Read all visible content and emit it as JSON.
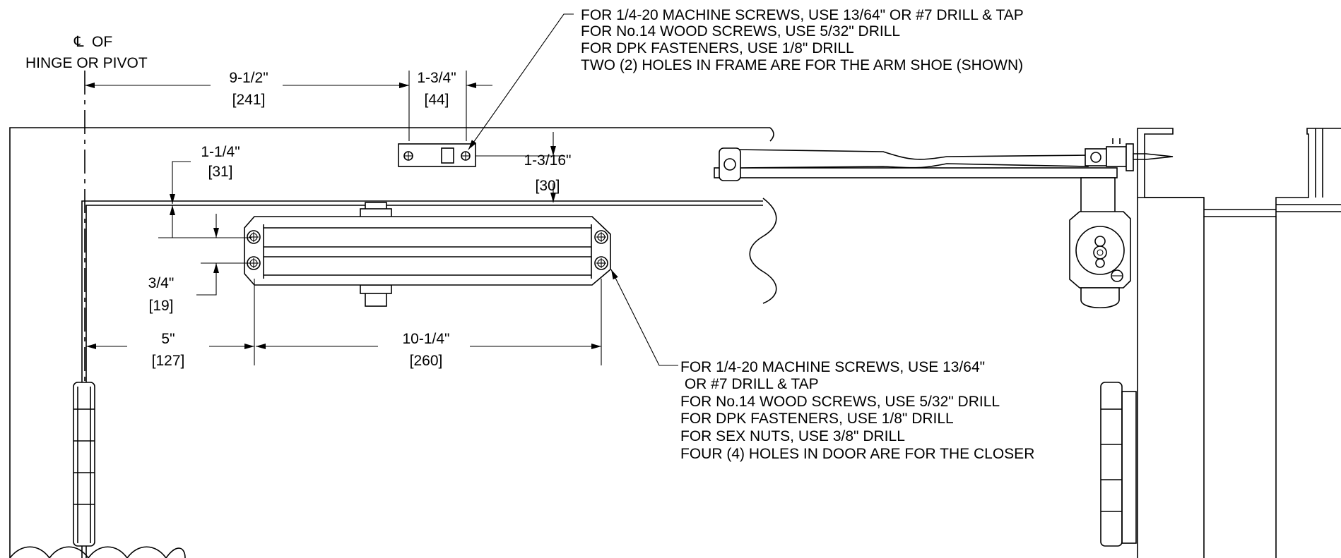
{
  "centerline_label": {
    "symbol": "℄",
    "line1": "OF",
    "line2": "HINGE OR PIVOT"
  },
  "dimensions": {
    "hinge_to_shoe": {
      "imperial": "9-1/2\"",
      "metric": "[241]"
    },
    "shoe_width": {
      "imperial": "1-3/4\"",
      "metric": "[44]"
    },
    "shoe_offset": {
      "imperial": "1-3/16\"",
      "metric": "[30]"
    },
    "closer_top_offset": {
      "imperial": "1-1/4\"",
      "metric": "[31]"
    },
    "hole_spacing": {
      "imperial": "3/4\"",
      "metric": "[19]"
    },
    "hinge_to_closer": {
      "imperial": "5\"",
      "metric": "[127]"
    },
    "closer_hole_span": {
      "imperial": "10-1/4\"",
      "metric": "[260]"
    }
  },
  "notes": {
    "frame": [
      "FOR 1/4-20 MACHINE SCREWS, USE 13/64\" OR #7 DRILL & TAP",
      "FOR No.14 WOOD SCREWS, USE 5/32\" DRILL",
      "FOR DPK FASTENERS, USE 1/8\" DRILL",
      "TWO (2) HOLES IN FRAME ARE FOR THE ARM SHOE (SHOWN)"
    ],
    "door": [
      "FOR 1/4-20 MACHINE SCREWS, USE 13/64\"",
      " OR #7 DRILL & TAP",
      "FOR No.14 WOOD SCREWS, USE 5/32\" DRILL",
      "FOR DPK FASTENERS, USE 1/8\" DRILL",
      "FOR SEX NUTS, USE 3/8\" DRILL",
      "FOUR (4) HOLES IN DOOR ARE FOR THE CLOSER"
    ]
  }
}
